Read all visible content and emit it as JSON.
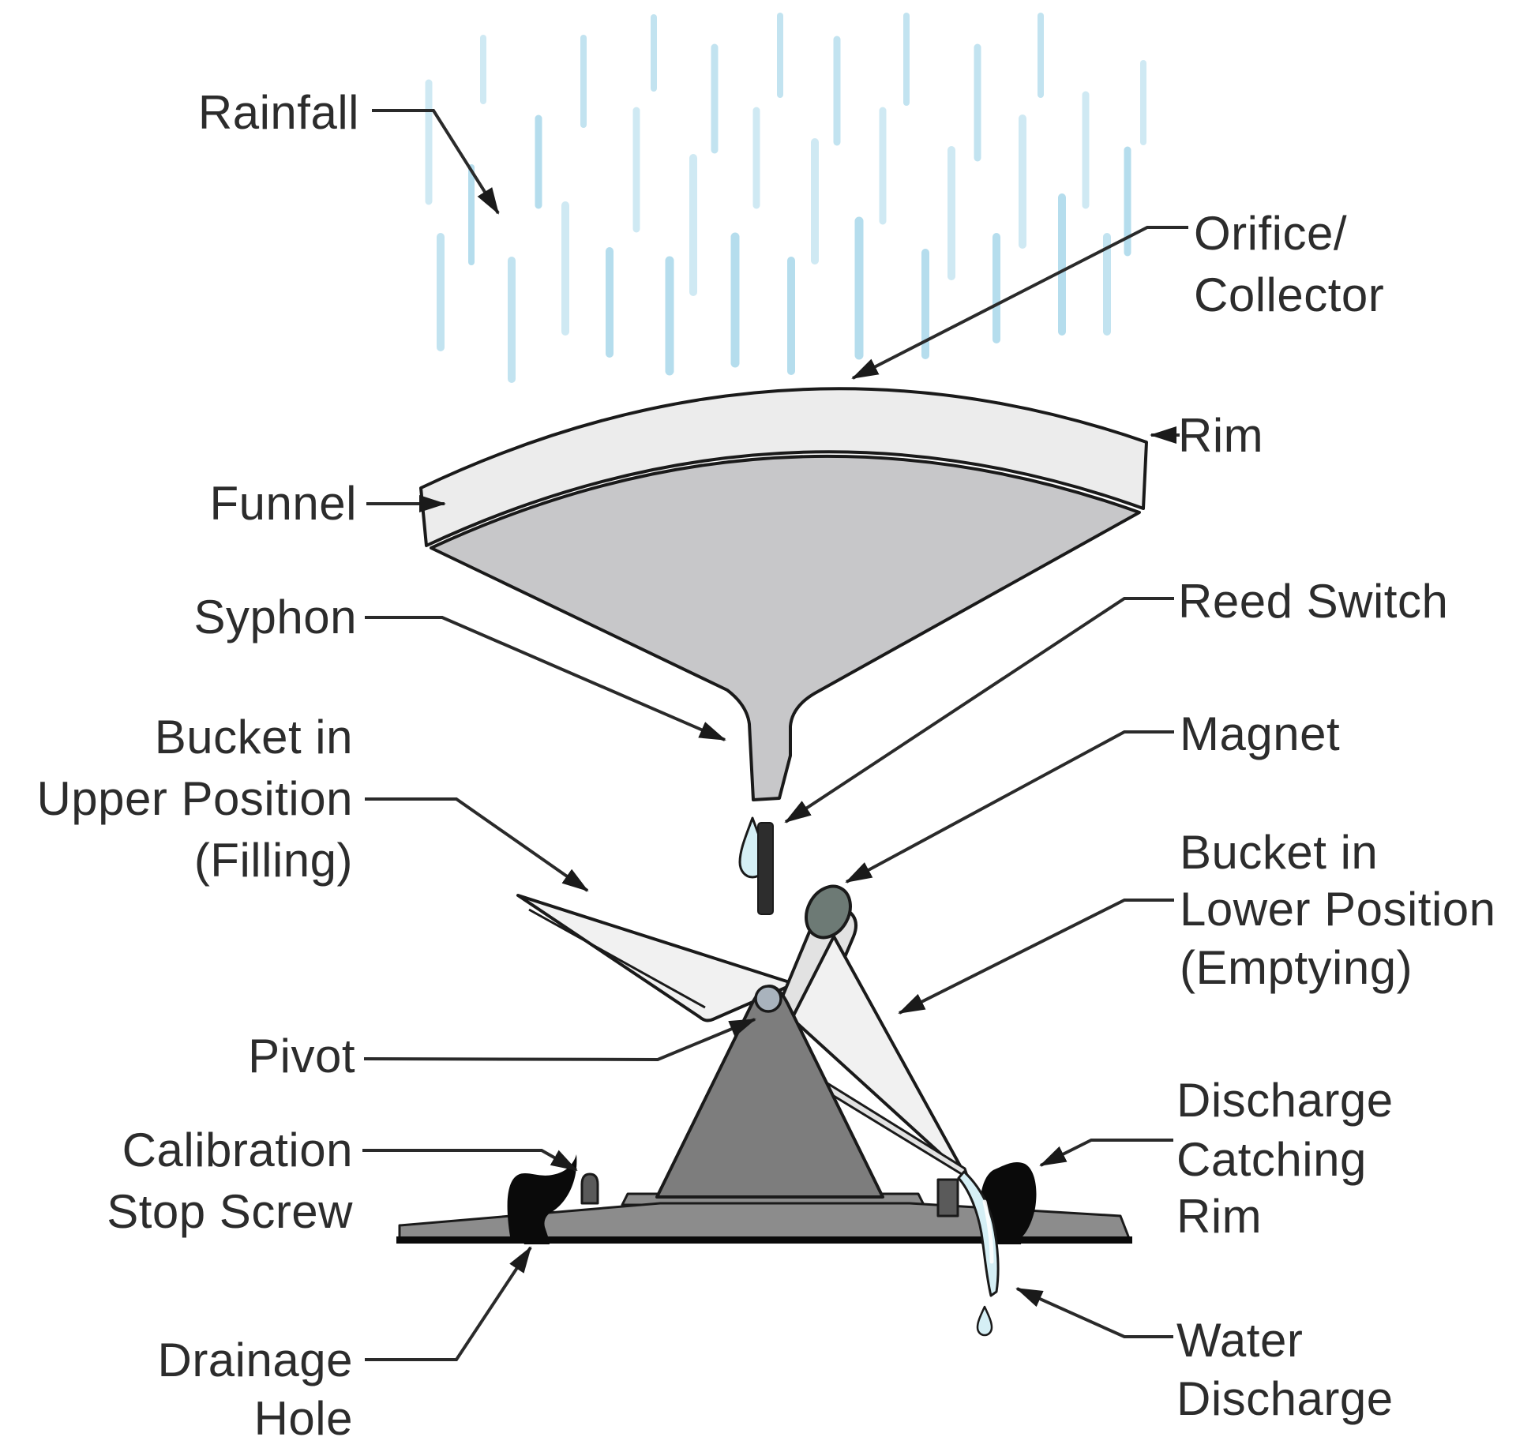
{
  "diagram": {
    "labels": {
      "rainfall": {
        "text": "Rainfall"
      },
      "orifice_collector": {
        "line1": "Orifice/",
        "line2": "Collector"
      },
      "rim": {
        "text": "Rim"
      },
      "funnel": {
        "text": "Funnel"
      },
      "syphon": {
        "text": "Syphon"
      },
      "bucket_upper": {
        "line1": "Bucket in",
        "line2": "Upper Position",
        "line3": "(Filling)"
      },
      "reed_switch": {
        "text": "Reed Switch"
      },
      "magnet": {
        "text": "Magnet"
      },
      "bucket_lower": {
        "line1": "Bucket in",
        "line2": "Lower Position",
        "line3": "(Emptying)"
      },
      "pivot": {
        "text": "Pivot"
      },
      "calibration_stop_screw": {
        "line1": "Calibration",
        "line2": "Stop Screw"
      },
      "drainage_hole": {
        "line1": "Drainage",
        "line2": "Hole"
      },
      "discharge_catching_rim": {
        "line1": "Discharge",
        "line2": "Catching",
        "line3": "Rim"
      },
      "water_discharge": {
        "line1": "Water",
        "line2": "Discharge"
      }
    },
    "colors": {
      "background": "#ffffff",
      "outline": "#1a1a1a",
      "text": "#2c2c2c",
      "leader": "#2a2a2a",
      "rain": "#a9d8ea",
      "rim_band": "#ececec",
      "funnel_body": "#c7c7c9",
      "bucket": "#f1f1f1",
      "bucket_wall": "#e2e2e2",
      "stand": "#7d7d7d",
      "base": "#8c8c8c",
      "pivot_pin": "#a9b3bd",
      "magnet": "#6d7a75",
      "reed_rod": "#2d2d2d",
      "water": "#d5eff5",
      "black_parts": "#0a0a0a",
      "screw": "#5a5a5a"
    }
  }
}
